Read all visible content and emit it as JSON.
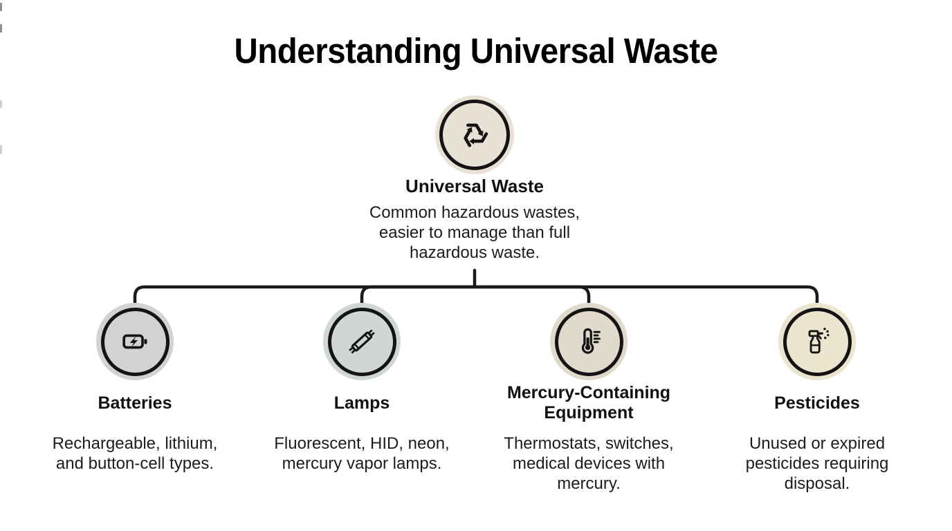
{
  "title": "Understanding Universal Waste",
  "colors": {
    "background": "#ffffff",
    "ink": "#111111",
    "connector": "#1a1a1a"
  },
  "root": {
    "label": "Universal Waste",
    "icon": "recycle-icon",
    "circle_color": "#e8e2d6",
    "description_lines": [
      "Common hazardous wastes,",
      "easier to manage than full",
      "hazardous waste."
    ]
  },
  "children": [
    {
      "label_lines": [
        "Batteries"
      ],
      "icon": "battery-icon",
      "circle_color": "#d2d2d2",
      "description_lines": [
        "Rechargeable, lithium,",
        "and button-cell types.",
        ""
      ]
    },
    {
      "label_lines": [
        "Lamps"
      ],
      "icon": "lamp-icon",
      "circle_color": "#d0d6d2",
      "description_lines": [
        "Fluorescent, HID, neon,",
        "mercury vapor lamps.",
        ""
      ]
    },
    {
      "label_lines": [
        "Mercury-Containing",
        "Equipment"
      ],
      "icon": "thermometer-icon",
      "circle_color": "#dfdacc",
      "description_lines": [
        "Thermostats, switches,",
        "medical devices with",
        "mercury."
      ]
    },
    {
      "label_lines": [
        "Pesticides"
      ],
      "icon": "spray-bottle-icon",
      "circle_color": "#ebe4cf",
      "description_lines": [
        "Unused or expired",
        "pesticides requiring",
        "disposal."
      ]
    }
  ]
}
